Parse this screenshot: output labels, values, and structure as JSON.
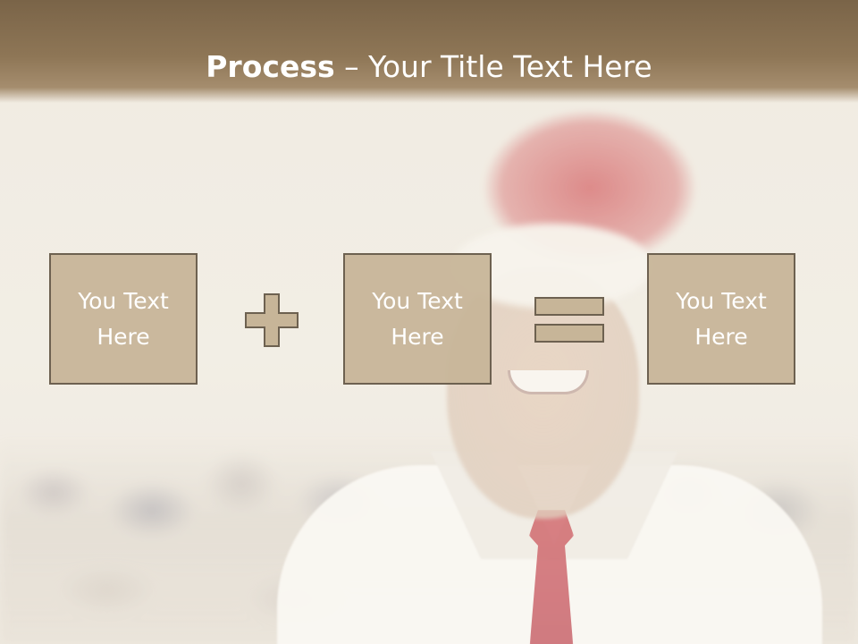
{
  "slide": {
    "title_bold": "Process",
    "title_rest": " – Your Title Text Here",
    "boxes": [
      {
        "label": "You Text\nHere"
      },
      {
        "label": "You Text\nHere"
      },
      {
        "label": "You Text\nHere"
      }
    ],
    "operators": [
      {
        "icon": "plus-icon"
      },
      {
        "icon": "equals-icon"
      }
    ]
  },
  "colors": {
    "title_bar": "#8e7656",
    "box_fill": "#c7b598",
    "box_border": "#6d6150",
    "text": "#ffffff"
  }
}
